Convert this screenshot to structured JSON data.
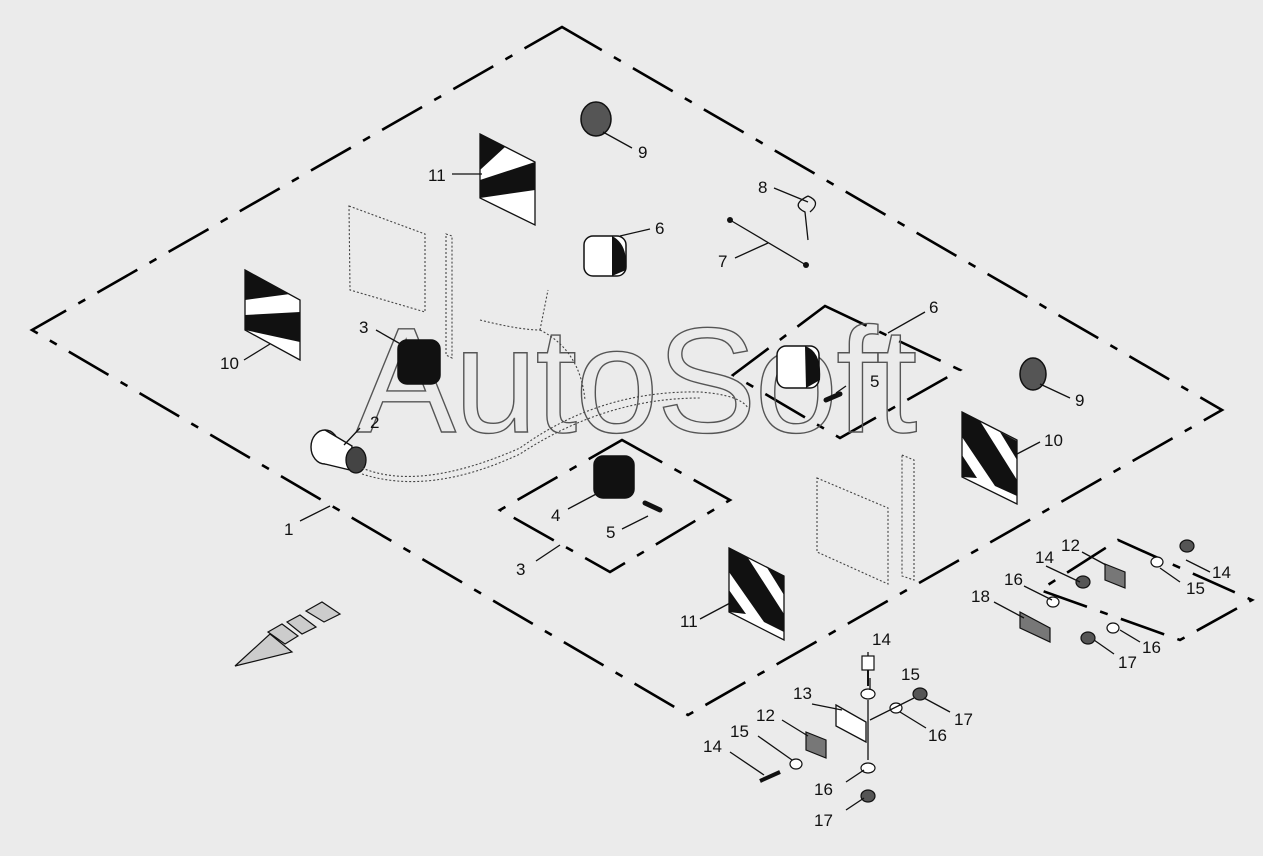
{
  "watermark": "AutoSoft",
  "callouts": [
    "1",
    "2",
    "3",
    "3",
    "4",
    "5",
    "5",
    "6",
    "6",
    "7",
    "8",
    "9",
    "9",
    "10",
    "10",
    "11",
    "11",
    "12",
    "12",
    "13",
    "14",
    "14",
    "14",
    "14",
    "15",
    "15",
    "15",
    "16",
    "16",
    "16",
    "17",
    "17",
    "17",
    "18"
  ],
  "icons": {
    "direction_arrow": "forward-arrow-icon",
    "lamp": "lamp-icon",
    "plug": "connector-plug-icon"
  },
  "colors": {
    "background": "#ebebeb",
    "ink": "#111111",
    "reflector": "#555555"
  }
}
